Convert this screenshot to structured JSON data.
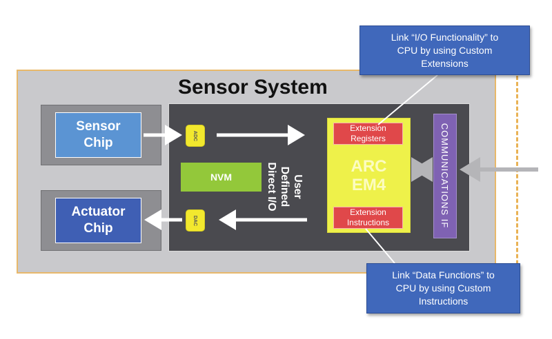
{
  "sensor_system": {
    "title": "Sensor System"
  },
  "sensor_chip": {
    "label": "Sensor\nChip"
  },
  "actuator_chip": {
    "label": "Actuator\nChip"
  },
  "adc": {
    "label": "ADC"
  },
  "dac": {
    "label": "DAC"
  },
  "nvm": {
    "label": "NVM"
  },
  "user_io": {
    "label": "User\nDefined\nDirect I/O"
  },
  "arc": {
    "label": "ARC\nEM4"
  },
  "extension_registers": {
    "label": "Extension\nRegisters"
  },
  "extension_instructions": {
    "label": "Extension\nInstructions"
  },
  "communications": {
    "label": "COMMUNICATIONS IF"
  },
  "callouts": {
    "io": "Link “I/O Functionality” to\nCPU by using Custom\nExtensions",
    "data": "Link “Data Functions” to\nCPU by using Custom\nInstructions"
  }
}
